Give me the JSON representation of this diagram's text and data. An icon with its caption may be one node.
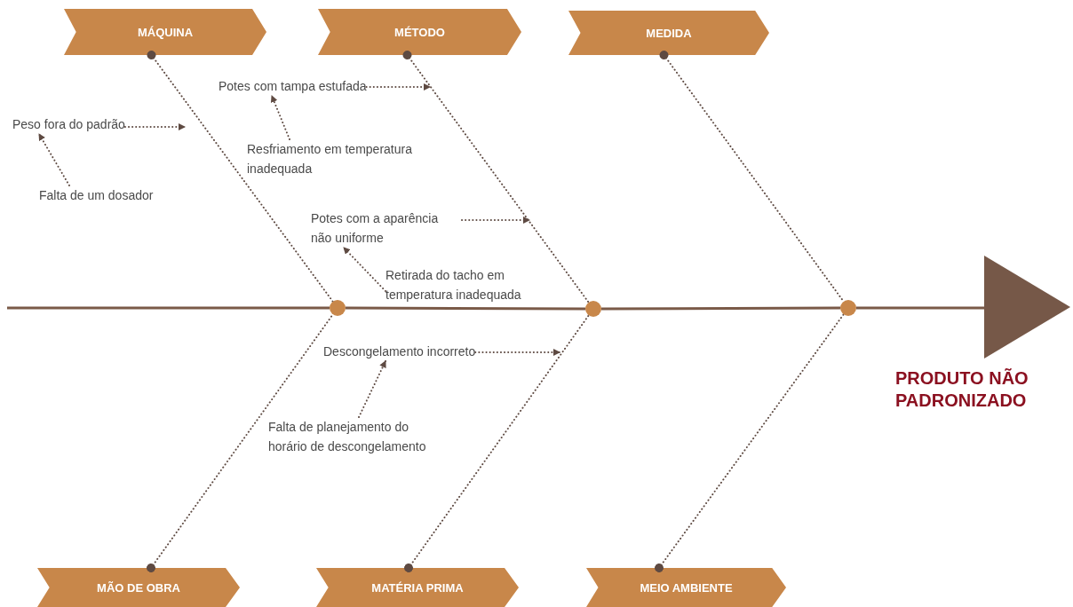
{
  "diagram": {
    "nodes": [
      {
        "text": [
          "MÁQUINA"
        ]
      },
      {
        "text": [
          "MÉTODO"
        ]
      },
      {
        "text": [
          "MEDIDA"
        ]
      },
      {
        "text": [
          "MÃO DE OBRA"
        ]
      },
      {
        "text": [
          "MATÉRIA PRIMA"
        ]
      },
      {
        "text": [
          "MEIO AMBIENTE"
        ]
      },
      {
        "text": [
          "PRODUTO NÃO PADRONIZADO"
        ]
      },
      {
        "text": [],
        "shape": "circle"
      },
      {
        "text": [],
        "shape": "circle"
      },
      {
        "text": [],
        "shape": "circle"
      },
      {
        "text": [
          "Peso fora do padrão"
        ]
      },
      {
        "text": [
          "Falta de um dosador"
        ]
      },
      {
        "text": [
          "Potes com tampa estufada"
        ]
      },
      {
        "text": [
          "Resfriamento em temperatura inadequada"
        ]
      },
      {
        "text": [
          "Potes com a aparência não uniforme"
        ]
      },
      {
        "text": [
          "Retirada do tacho em temperatura inadequada"
        ]
      },
      {
        "text": [
          "Descongelamento incorreto"
        ]
      },
      {
        "text": [
          "Falta de planejamento do horário de descongelamento"
        ]
      }
    ],
    "edges": [
      {
        "from": null,
        "to": 7,
        "arrow": "none"
      },
      {
        "from": 7,
        "to": 8,
        "arrow": "none"
      },
      {
        "from": 8,
        "to": 9,
        "arrow": "none"
      },
      {
        "from": 9,
        "to": 6,
        "arrow": "none"
      },
      {
        "from": 0,
        "to": 7,
        "arrow": "other",
        "style": "dashed"
      },
      {
        "from": 3,
        "to": 7,
        "arrow": "other",
        "style": "dashed"
      },
      {
        "from": 1,
        "to": 8,
        "arrow": "other",
        "style": "dashed"
      },
      {
        "from": 4,
        "to": 8,
        "arrow": "other",
        "style": "dashed"
      },
      {
        "from": 2,
        "to": 9,
        "arrow": "other",
        "style": "dashed"
      },
      {
        "from": 5,
        "to": 9,
        "arrow": "other",
        "style": "dashed"
      },
      {
        "from": 10,
        "to": null,
        "arrow": "to",
        "style": "dashed"
      },
      {
        "from": 11,
        "to": 10,
        "arrow": "to",
        "style": "dashed"
      },
      {
        "from": 12,
        "to": null,
        "arrow": "to",
        "style": "dashed"
      },
      {
        "from": 13,
        "to": 12,
        "arrow": "to",
        "style": "dashed"
      },
      {
        "from": 14,
        "to": null,
        "arrow": "to",
        "style": "dashed"
      },
      {
        "from": 15,
        "to": 14,
        "arrow": "to",
        "style": "dashed"
      },
      {
        "from": 16,
        "to": null,
        "arrow": "to",
        "style": "dashed"
      },
      {
        "from": 17,
        "to": 16,
        "arrow": "to",
        "style": "dashed"
      }
    ]
  }
}
